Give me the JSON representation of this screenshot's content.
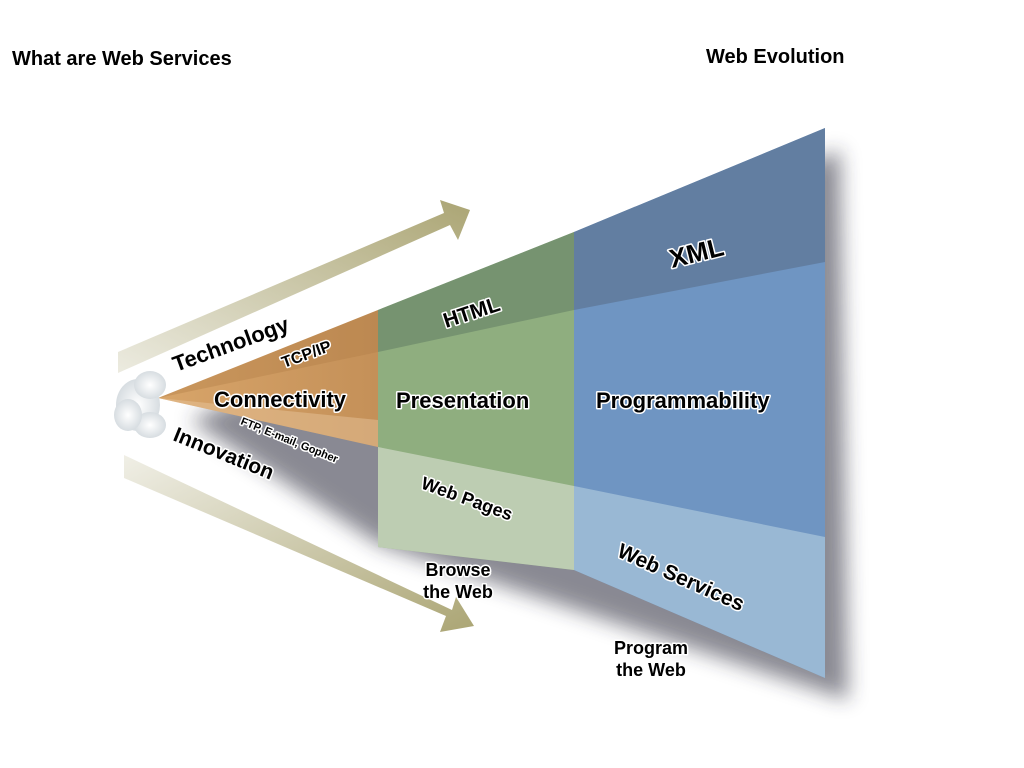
{
  "header": {
    "title": "What are Web Services",
    "subtitle": "Web Evolution"
  },
  "diagram": {
    "arrows": {
      "top": "Technology",
      "bottom": "Innovation"
    },
    "stages": [
      {
        "name": "Connectivity",
        "top": "TCP/IP",
        "bottom": "FTP, E-mail, Gopher",
        "color": "#c8965a"
      },
      {
        "name": "Presentation",
        "top": "HTML",
        "bottom": "Web Pages",
        "below_line1": "Browse",
        "below_line2": "the Web",
        "color": "#8aa678"
      },
      {
        "name": "Programmability",
        "top": "XML",
        "bottom": "Web Services",
        "below_line1": "Program",
        "below_line2": "the Web",
        "color": "#6f94bf"
      }
    ],
    "colors": {
      "arrow": "#b7b084",
      "cloud": "#e8ecef",
      "shadow": "#2a2a3a"
    }
  }
}
